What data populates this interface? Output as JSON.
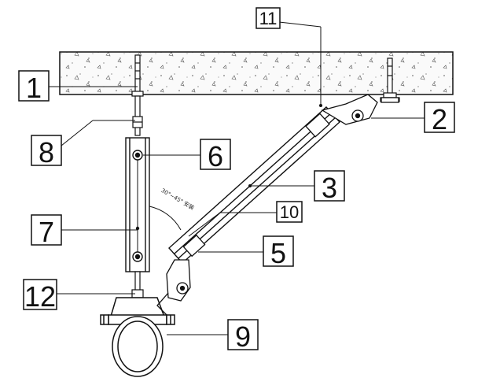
{
  "callouts": {
    "c1": "1",
    "c2": "2",
    "c3": "3",
    "c5": "5",
    "c6": "6",
    "c7": "7",
    "c8": "8",
    "c9": "9",
    "c10": "10",
    "c11": "11",
    "c12": "12"
  },
  "angle_note": "30°~45° 安装",
  "colors": {
    "line": "#111111",
    "concrete_fill": "#f7f7f7",
    "part_fill": "#ffffff"
  }
}
